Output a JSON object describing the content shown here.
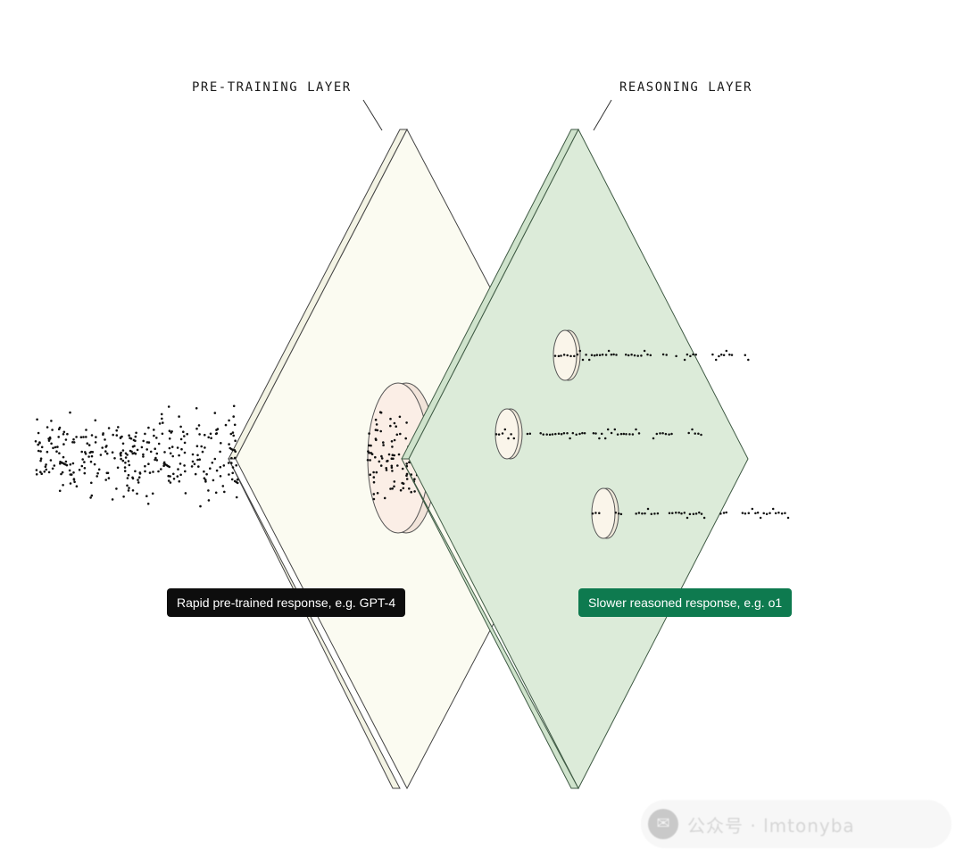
{
  "labels": {
    "pretraining_layer": "PRE-TRAINING LAYER",
    "reasoning_layer": "REASONING LAYER"
  },
  "tags": {
    "rapid_response": "Rapid pre-trained response, e.g. GPT-4",
    "slower_response": "Slower reasoned response, e.g. o1"
  },
  "watermark": {
    "text": "公众号 · lmtonyba"
  },
  "colors": {
    "pretraining_plane": "#fbfbf1",
    "reasoning_plane": "#dcebd9",
    "dot": "#111111",
    "tag_dark": "#0d0d0d",
    "tag_green": "#0e7a4f"
  }
}
